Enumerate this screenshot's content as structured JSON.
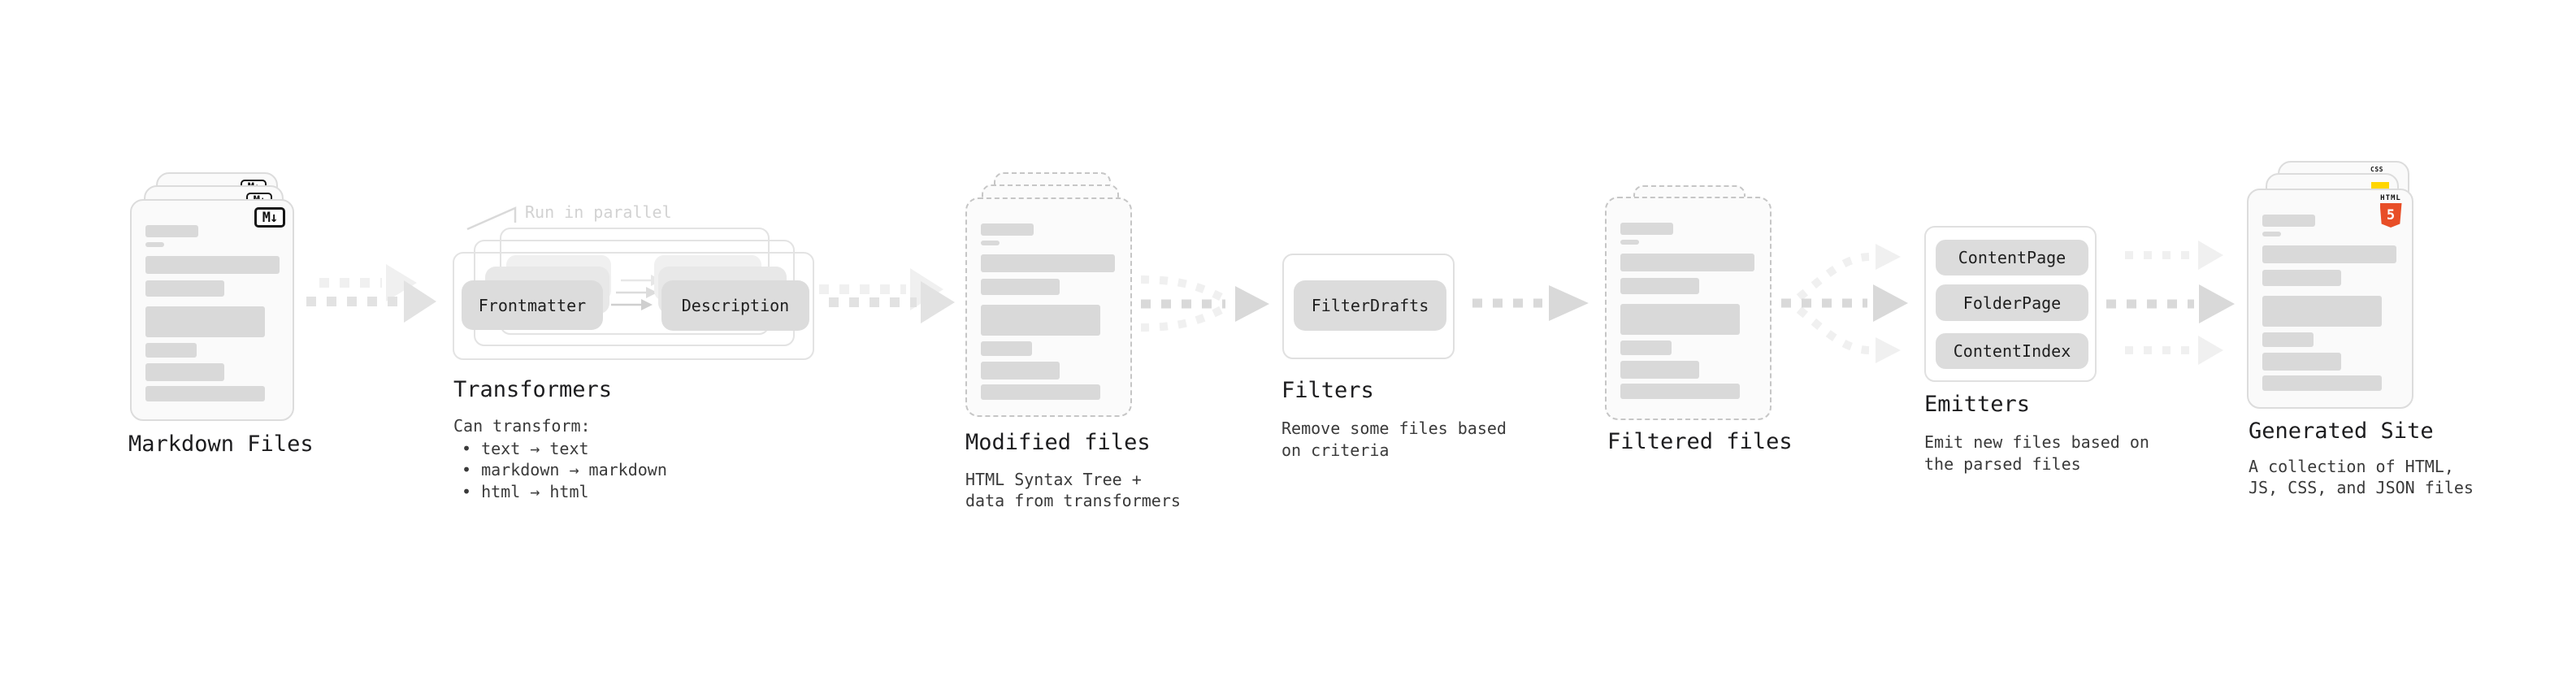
{
  "diagram": {
    "markdown_files": {
      "title": "Markdown Files",
      "badge": "M↓"
    },
    "transformers": {
      "title": "Transformers",
      "note": "Run in parallel",
      "pill_left": "Frontmatter",
      "pill_right": "Description",
      "desc_heading": "Can transform:",
      "bullets": [
        "• text → text",
        "• markdown → markdown",
        "• html → html"
      ]
    },
    "modified_files": {
      "title": "Modified files",
      "desc_lines": [
        "HTML Syntax Tree +",
        "data from transformers"
      ]
    },
    "filters": {
      "title": "Filters",
      "pill": "FilterDrafts",
      "desc_lines": [
        "Remove some files based",
        "on criteria"
      ]
    },
    "filtered_files": {
      "title": "Filtered files"
    },
    "emitters": {
      "title": "Emitters",
      "pills": [
        "ContentPage",
        "FolderPage",
        "ContentIndex"
      ],
      "desc_lines": [
        "Emit new files based on",
        "the parsed files"
      ]
    },
    "generated_site": {
      "title": "Generated Site",
      "desc_lines": [
        "A collection of HTML,",
        "JS, CSS, and JSON files"
      ],
      "html5_word": "HTML",
      "html5_five": "5",
      "css_word": "CSS"
    }
  },
  "colors": {
    "html5_orange": "#e84e27",
    "js_yellow": "#ffd600",
    "css_blue": "#2965f1",
    "arrow_dark": "#d9d9d9",
    "arrow_light": "#f0f0f0"
  }
}
